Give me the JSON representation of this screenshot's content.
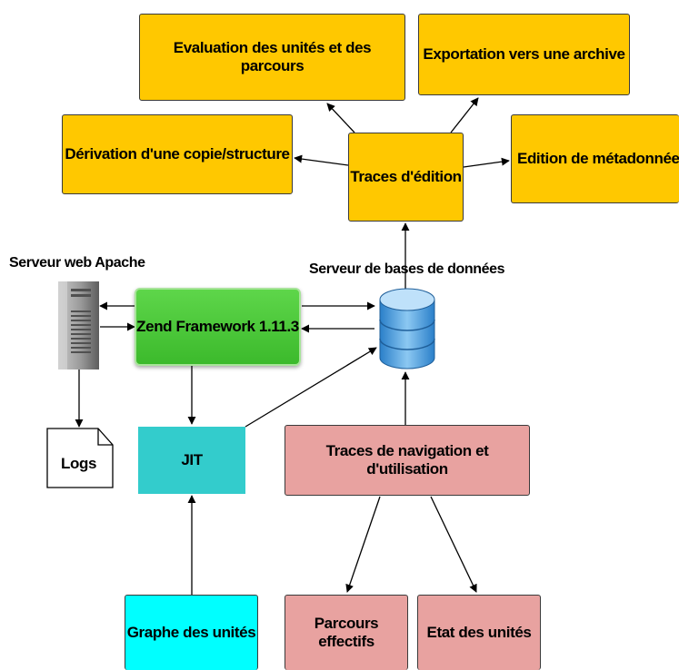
{
  "nodes": {
    "evaluation": "Evaluation des unités et des parcours",
    "exportation": "Exportation vers une archive",
    "derivation": "Dérivation d'une copie/structure",
    "traces_edition": "Traces d'édition",
    "edition_metadonnees": "Edition de métadonnées",
    "zend": "Zend Framework 1.11.3",
    "logs": "Logs",
    "jit": "JIT",
    "traces_navigation": "Traces de navigation et d'utilisation",
    "graphe_unites": "Graphe des unités",
    "parcours_effectifs": "Parcours effectifs",
    "etat_unites": "Etat des unités"
  },
  "labels": {
    "apache": "Serveur web Apache",
    "database": "Serveur de bases de données"
  },
  "colors": {
    "yellow": "#ffc800",
    "green": "#3cba2c",
    "teal": "#33cccc",
    "cyan": "#00ffff",
    "pink": "#e8a2a0"
  }
}
